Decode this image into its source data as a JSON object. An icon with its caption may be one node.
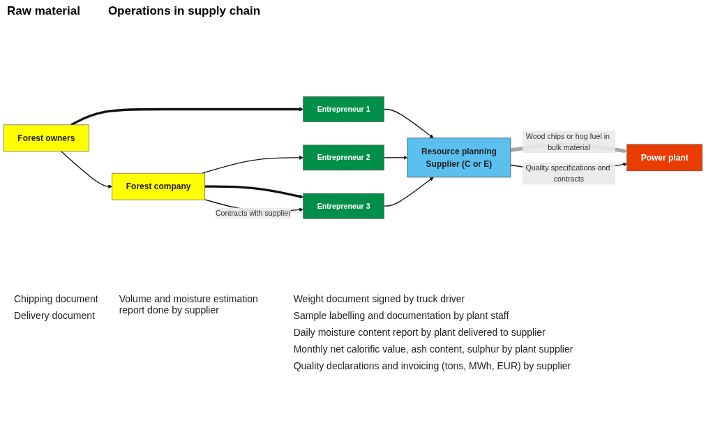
{
  "diagram": {
    "nodes": [
      {
        "text": [
          "Forest owners"
        ]
      },
      {
        "text": [
          "Forest company"
        ]
      },
      {
        "text": [
          "Entrepreneur 1"
        ]
      },
      {
        "text": [
          "Entrepreneur 2"
        ]
      },
      {
        "text": [
          "Entrepreneur 3"
        ]
      },
      {
        "text": [
          "Resource planning",
          "Supplier (C or E)"
        ]
      },
      {
        "text": [
          "Power plant"
        ]
      }
    ],
    "edges": [
      {
        "from": 0,
        "to": 2,
        "arrow": "to",
        "style": "thick"
      },
      {
        "from": 0,
        "to": 1,
        "arrow": "to"
      },
      {
        "from": 1,
        "to": 3,
        "arrow": "to"
      },
      {
        "from": 1,
        "to": 4,
        "arrow": "to",
        "style": "thick"
      },
      {
        "from": 1,
        "to": 4,
        "arrow": "to",
        "label": "Contracts with supplier"
      },
      {
        "from": 2,
        "to": 5,
        "arrow": "to"
      },
      {
        "from": 3,
        "to": 5,
        "arrow": "to"
      },
      {
        "from": 4,
        "to": 5,
        "arrow": "to"
      },
      {
        "from": 5,
        "to": 6,
        "arrow": "to",
        "style": "thick",
        "color": "#a6a6a6",
        "label": "Wood chips or hog fuel in bulk material"
      },
      {
        "from": 5,
        "to": 6,
        "arrow": "to",
        "label": "Quality specifications and contracts"
      }
    ],
    "labels": [
      "Raw material",
      "Operations in supply chain",
      "Chipping document",
      "Delivery document",
      "Volume and moisture estimation report done by supplier",
      "Weight  document signed by truck driver",
      "Sample labelling and documentation by plant staff",
      "Daily moisture content report by plant delivered to supplier",
      "Monthly net calorific value, ash content, sulphur by plant supplier",
      "Quality declarations and invoicing (tons, MWh, EUR) by supplier"
    ]
  }
}
